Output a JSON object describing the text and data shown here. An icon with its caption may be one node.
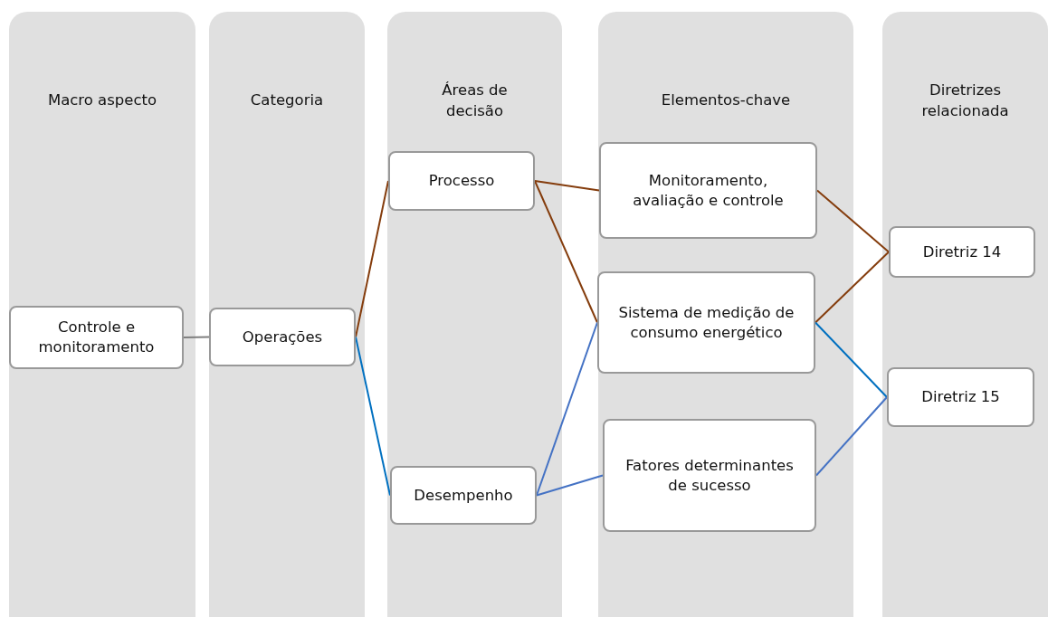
{
  "diagram": {
    "nodes": [
      {
        "text": [
          "Macro aspecto"
        ]
      },
      {
        "text": [
          "Controle e monitoramento"
        ],
        "in": 0
      },
      {
        "text": [
          "Categoria"
        ]
      },
      {
        "text": [
          "Operações"
        ],
        "in": 2
      },
      {
        "text": [
          "Áreas de decisão"
        ]
      },
      {
        "text": [
          "Processo"
        ],
        "in": 4
      },
      {
        "text": [
          "Desempenho"
        ],
        "in": 4
      },
      {
        "text": [
          "Elementos-chave"
        ]
      },
      {
        "text": [
          "Monitoramento, avaliação e controle"
        ],
        "in": 7
      },
      {
        "text": [
          "Sistema de medição de consumo energético"
        ],
        "in": 7
      },
      {
        "text": [
          "Fatores determinantes de sucesso"
        ],
        "in": 7
      },
      {
        "text": [
          "Diretrizes relacionada"
        ]
      },
      {
        "text": [
          "Diretriz 14"
        ],
        "in": 11
      },
      {
        "text": [
          "Diretriz 15"
        ],
        "in": 11
      }
    ],
    "edges": [
      {
        "from": 1,
        "to": 3,
        "arrow": "none",
        "color": "#7f7f7f"
      },
      {
        "from": 3,
        "to": 5,
        "arrow": "none",
        "color": "#843c0c"
      },
      {
        "from": 3,
        "to": 6,
        "arrow": "none",
        "color": "#0070c0"
      },
      {
        "from": 5,
        "to": 8,
        "arrow": "none",
        "color": "#843c0c"
      },
      {
        "from": 5,
        "to": 9,
        "arrow": "none",
        "color": "#843c0c"
      },
      {
        "from": 6,
        "to": 9,
        "arrow": "none",
        "color": "#4472c4"
      },
      {
        "from": 6,
        "to": 10,
        "arrow": "none",
        "color": "#4472c4"
      },
      {
        "from": 8,
        "to": 12,
        "arrow": "none",
        "color": "#843c0c"
      },
      {
        "from": 9,
        "to": 12,
        "arrow": "none",
        "color": "#843c0c"
      },
      {
        "from": 9,
        "to": 13,
        "arrow": "none",
        "color": "#0070c0"
      },
      {
        "from": 10,
        "to": 13,
        "arrow": "none",
        "color": "#4472c4"
      }
    ]
  }
}
